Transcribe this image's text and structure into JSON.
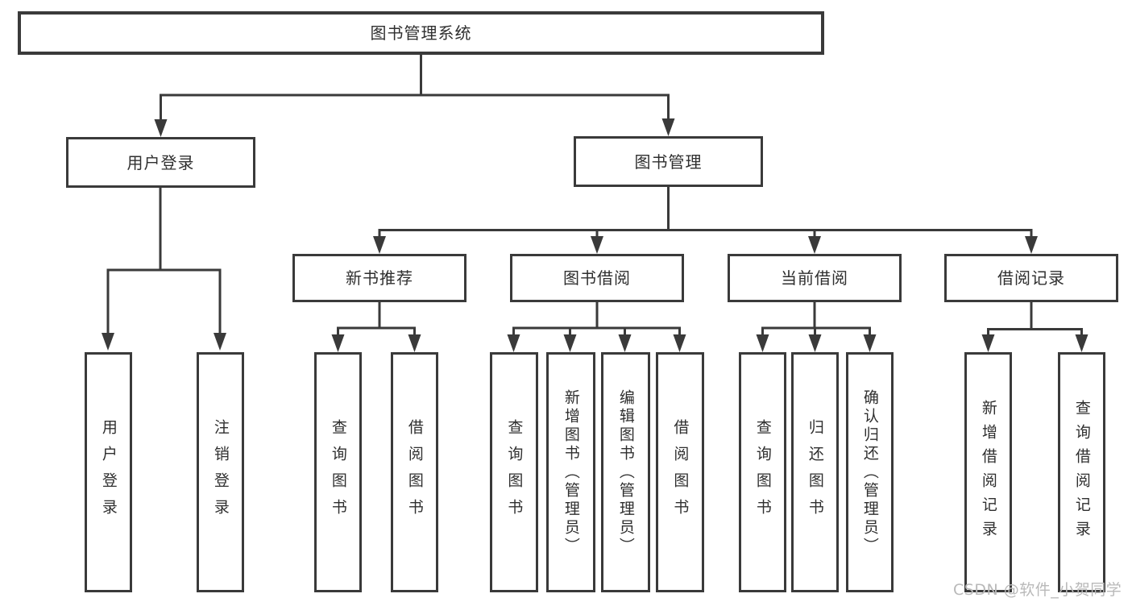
{
  "diagram": {
    "root": {
      "label": "图书管理系统"
    },
    "branches": [
      {
        "label": "用户登录",
        "children": [
          "用户登录",
          "注销登录"
        ]
      },
      {
        "label": "图书管理",
        "sections": [
          {
            "label": "新书推荐",
            "children": [
              "查询图书",
              "借阅图书"
            ]
          },
          {
            "label": "图书借阅",
            "children": [
              "查询图书",
              "新增图书（管理员）",
              "编辑图书（管理员）",
              "借阅图书"
            ]
          },
          {
            "label": "当前借阅",
            "children": [
              "查询图书",
              "归还图书",
              "确认归还（管理员）"
            ]
          },
          {
            "label": "借阅记录",
            "children": [
              "新增借阅记录",
              "查询借阅记录"
            ]
          }
        ]
      }
    ],
    "line_color": "#3a3a3a",
    "box_background": "#ffffff"
  },
  "watermark": {
    "text": "CSDN @软件_小贺同学"
  }
}
